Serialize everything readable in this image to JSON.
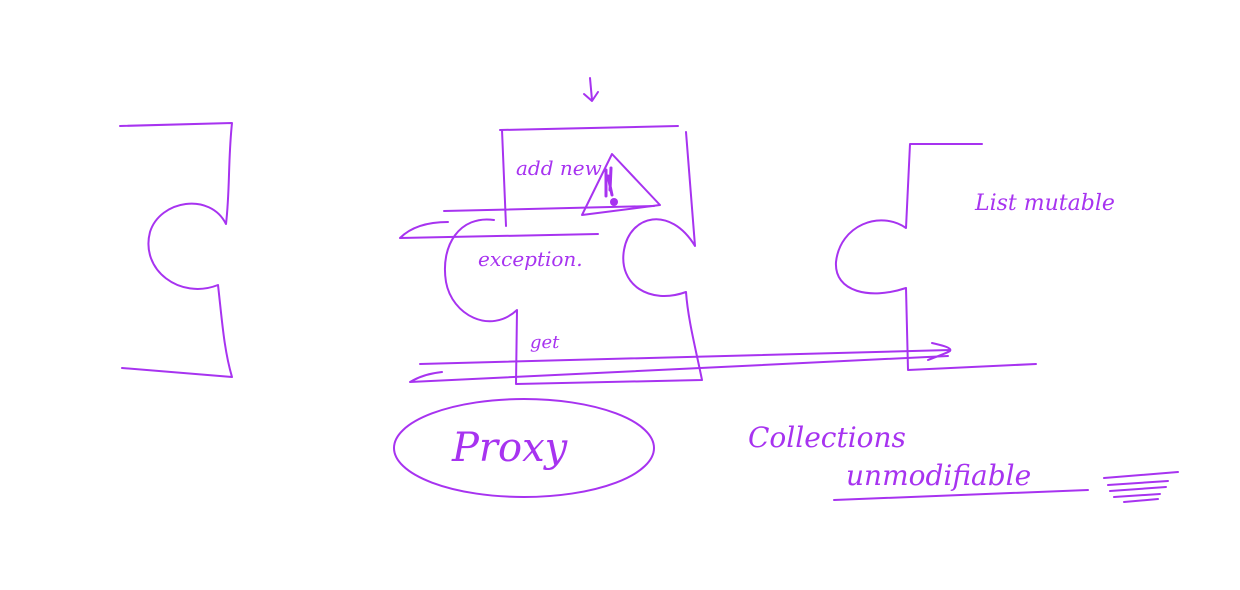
{
  "ink_color": "#a733f0",
  "labels": {
    "add_new": "add new",
    "exception": "exception.",
    "get": "get",
    "proxy": "Proxy",
    "list_mutable": "List mutable",
    "collections": "Collections",
    "unmodifiable": "unmodifiable"
  },
  "icons": {
    "warning": "warning-icon",
    "arrow_down": "arrow-down-icon",
    "scribble": "scribble-icon"
  }
}
